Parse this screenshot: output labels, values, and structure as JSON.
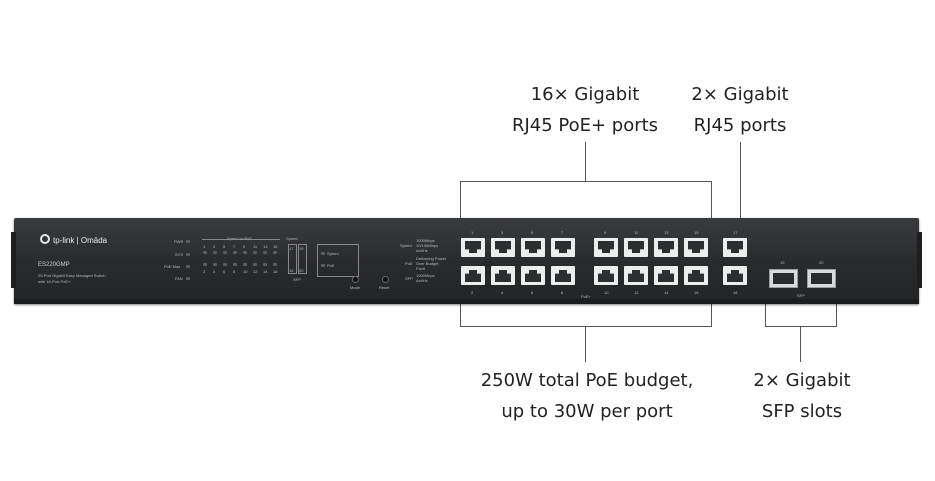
{
  "callouts": {
    "poe_ports": {
      "line1": "16× Gigabit",
      "line2": "RJ45 PoE+ ports"
    },
    "rj45_ports": {
      "line1": "2× Gigabit",
      "line2": "RJ45 ports"
    },
    "poe_budget": {
      "line1": "250W total PoE budget,",
      "line2": "up to 30W per port"
    },
    "sfp_slots": {
      "line1": "2× Gigabit",
      "line2": "SFP slots"
    }
  },
  "device": {
    "brand": "tp-link | Omāda",
    "model": "ES220GMP",
    "description_line1": "20-Port Gigabit Easy Managed Switch",
    "description_line2": "with 16-Port PoE+",
    "led_labels": [
      "PWR",
      "SYS",
      "PoE Max",
      "FAN"
    ],
    "speed_or_poe_label": "Speed or PoE",
    "odd_numbers": [
      "1",
      "3",
      "5",
      "7",
      "9",
      "11",
      "13",
      "15"
    ],
    "even_numbers": [
      "2",
      "4",
      "6",
      "8",
      "10",
      "12",
      "14",
      "16"
    ],
    "speed_label": "Speed",
    "sfp_led_label": "SFP",
    "sfp_led_numbers": [
      "17",
      "18",
      "19",
      "20"
    ],
    "mode_options": [
      "Speed",
      "PoE"
    ],
    "mode_button": "Mode",
    "reset_button": "Reset",
    "legend": {
      "speed_title": "Speed",
      "speed_items": [
        "1000Mbps",
        "10/100Mbps",
        "Act/Hz"
      ],
      "poe_title": "PoE",
      "poe_items": [
        "Delivering Power",
        "Over Budget",
        "Fault"
      ],
      "sfp_title": "SFP",
      "sfp_items": [
        "1000Mbps",
        "Act/Hz"
      ]
    },
    "port_top_numbers": [
      "1",
      "3",
      "5",
      "7",
      "9",
      "11",
      "13",
      "15",
      "17"
    ],
    "port_bottom_numbers": [
      "2",
      "4",
      "6",
      "8",
      "10",
      "12",
      "14",
      "16",
      "18"
    ],
    "poe_strip_label": "PoE+",
    "sfp_numbers": [
      "19",
      "20"
    ],
    "sfp_label": "SFP"
  }
}
